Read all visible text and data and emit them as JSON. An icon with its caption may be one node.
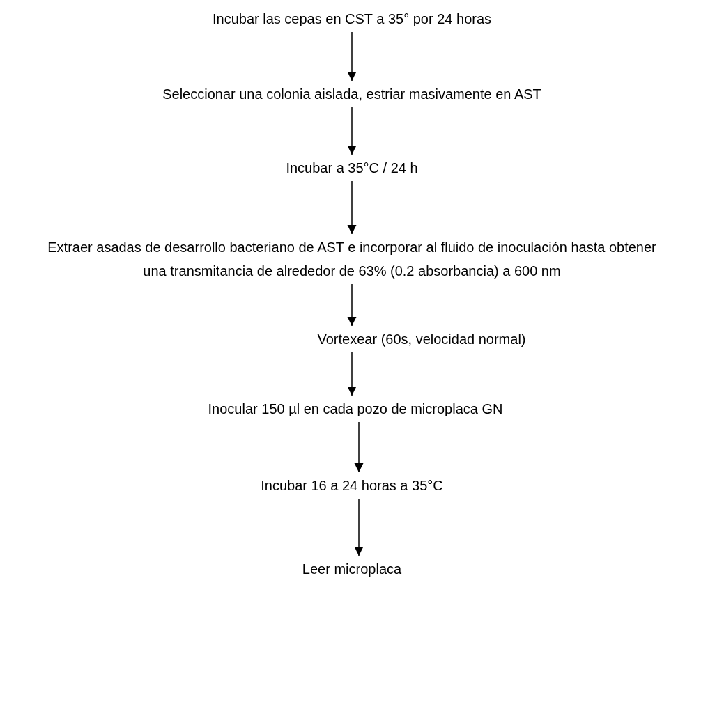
{
  "diagram": {
    "nodes": [
      {
        "text": [
          "Incubar las cepas en CST a 35° por 24 horas"
        ]
      },
      {
        "text": [
          "Seleccionar una colonia aislada, estriar masivamente en AST"
        ]
      },
      {
        "text": [
          "Incubar a 35°C / 24 h"
        ]
      },
      {
        "text": [
          "Extraer asadas de desarrollo bacteriano de AST e incorporar al fluido de inoculación hasta obtener una transmitancia de alrededor de 63% (0.2 absorbancia) a 600 nm"
        ]
      },
      {
        "text": [
          "Vortexear (60s, velocidad normal)"
        ]
      },
      {
        "text": [
          "Inocular 150 µl en cada pozo de microplaca GN"
        ]
      },
      {
        "text": [
          "Incubar 16 a 24 horas a 35°C"
        ]
      },
      {
        "text": [
          "Leer microplaca"
        ]
      }
    ],
    "edges": [
      {
        "from": 0,
        "to": 1,
        "arrow": "to"
      },
      {
        "from": 1,
        "to": 2,
        "arrow": "to"
      },
      {
        "from": 2,
        "to": 3,
        "arrow": "to"
      },
      {
        "from": 3,
        "to": 4,
        "arrow": "to"
      },
      {
        "from": 4,
        "to": 5,
        "arrow": "to"
      },
      {
        "from": 5,
        "to": 6,
        "arrow": "to"
      },
      {
        "from": 6,
        "to": 7,
        "arrow": "to"
      }
    ]
  }
}
